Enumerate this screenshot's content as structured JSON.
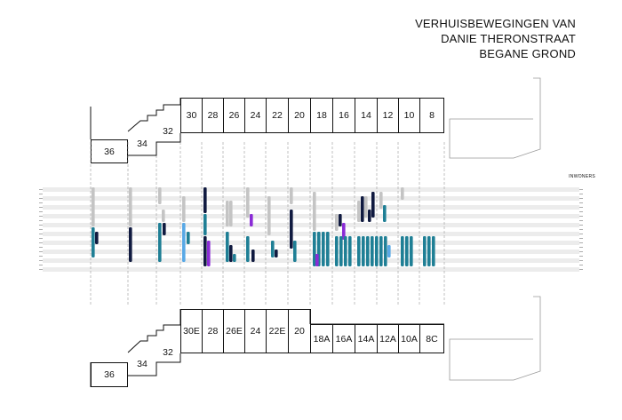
{
  "title": {
    "line1": "VERHUISBEWEGINGEN VAN",
    "line2": "DANIE THERONSTRAAT",
    "line3": "BEGANE GROND"
  },
  "legend_label": "INWONERS",
  "top_units": [
    "30",
    "28",
    "26",
    "24",
    "22",
    "20",
    "18",
    "16",
    "14",
    "12",
    "10",
    "8"
  ],
  "top_left_units": [
    "36",
    "34",
    "32"
  ],
  "bottom_units": [
    "30E",
    "28",
    "26E",
    "24",
    "22E",
    "20",
    "18A",
    "16A",
    "14A",
    "12A",
    "10A",
    "8C"
  ],
  "bottom_left_units": [
    "36",
    "34",
    "32"
  ],
  "colors": {
    "grey": "#c4c4c4",
    "teal": "#1f7f95",
    "navy": "#101a40",
    "purple": "#8a2bd6",
    "lightblue": "#58a8e6",
    "band": "#ececec"
  }
}
